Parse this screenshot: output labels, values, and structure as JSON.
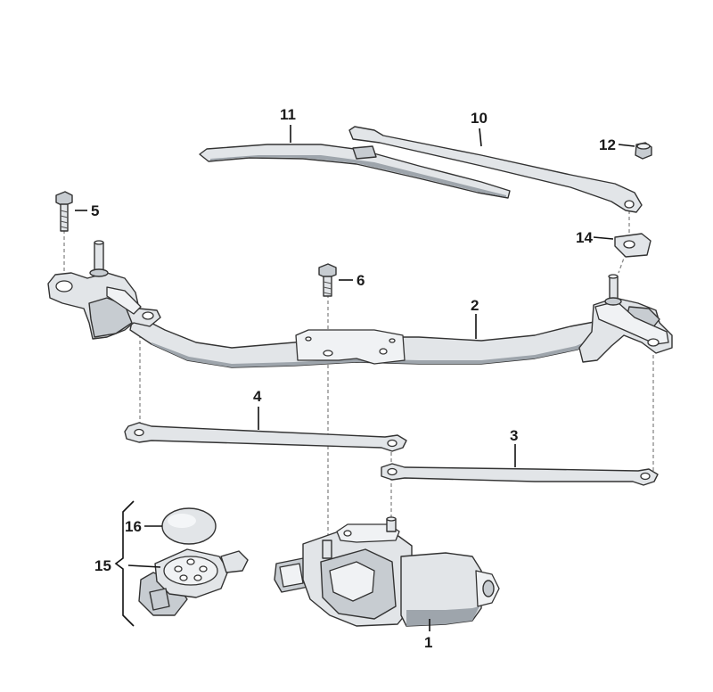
{
  "callouts": {
    "c1": "1",
    "c2": "2",
    "c3": "3",
    "c4": "4",
    "c5": "5",
    "c6": "6",
    "c10": "10",
    "c11": "11",
    "c12": "12",
    "c14": "14",
    "c15": "15",
    "c16": "16"
  },
  "colors": {
    "part_fill": "#e2e5e8",
    "part_dark": "#c7ccd1",
    "outline": "#333333",
    "label": "#1a1a1a"
  }
}
